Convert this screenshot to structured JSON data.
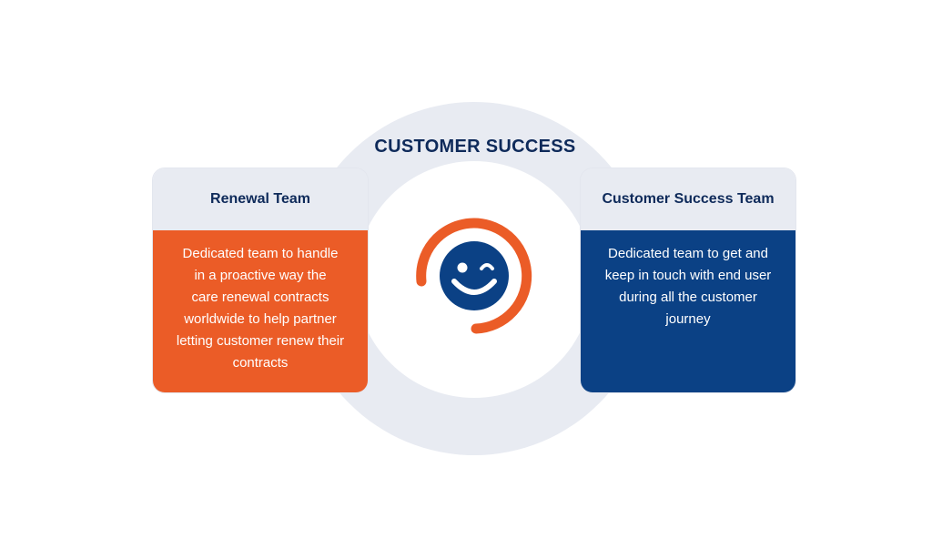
{
  "title": "CUSTOMER SUCCESS",
  "cards": [
    {
      "title": "Renewal Team",
      "lines": [
        "Dedicated team to handle",
        "in a proactive way the",
        "care renewal contracts",
        "worldwide to help partner",
        "letting customer renew their",
        "contracts"
      ]
    },
    {
      "title": "Customer Success Team",
      "lines": [
        "Dedicated team to get and",
        "keep in touch with end user",
        "during all the customer",
        "journey"
      ]
    }
  ],
  "colors": {
    "orange": "#eb5c27",
    "blue": "#0b4185",
    "navy": "#0e2a5a",
    "grey": "#e8ebf2"
  }
}
